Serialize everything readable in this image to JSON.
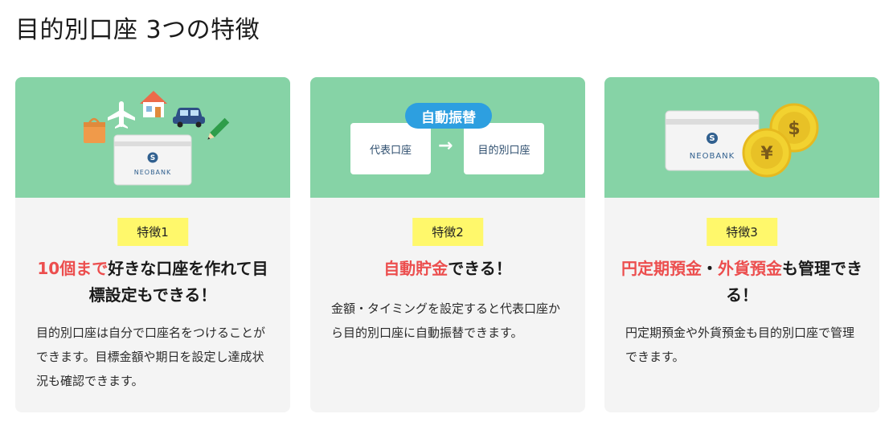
{
  "page": {
    "title": "目的別口座 3つの特徴"
  },
  "brand": {
    "bank_name_neo": "NEO",
    "bank_name_bank": "BANK",
    "accent_color": "#ec4e4e",
    "banner_color": "#86d3a6",
    "badge_color": "#fff86b"
  },
  "features": [
    {
      "badge": "特徴1",
      "headline_highlight": "10個まで",
      "headline_rest": "好きな口座を作れて目標設定もできる！",
      "description": "目的別口座は自分で口座名をつけることができます。目標金額や期日を設定し達成状況も確認できます。",
      "illustration_icons": [
        "shopping-bag-icon",
        "airplane-icon",
        "house-icon",
        "car-icon",
        "pencil-icon",
        "bank-card-icon"
      ]
    },
    {
      "badge": "特徴2",
      "headline_highlight": "自動貯金",
      "headline_rest": "できる！",
      "description": "金額・タイミングを設定すると代表口座から目的別口座に自動振替できます。",
      "flow": {
        "label": "自動振替",
        "from": "代表口座",
        "arrow": "→",
        "to": "目的別口座"
      }
    },
    {
      "badge": "特徴3",
      "headline_highlight_1": "円定期預金",
      "headline_sep": "・",
      "headline_highlight_2": "外貨預金",
      "headline_rest": "も管理できる！",
      "description": "円定期預金や外貨預金も目的別口座で管理できます。",
      "coins": {
        "dollar": "$",
        "yen": "¥"
      }
    }
  ]
}
